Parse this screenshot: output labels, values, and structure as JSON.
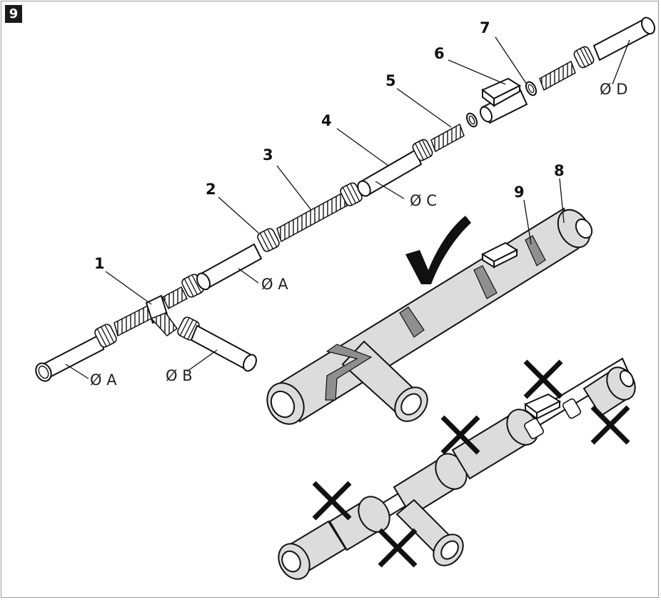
{
  "figure": {
    "step_number": "9",
    "part_labels": [
      "1",
      "2",
      "3",
      "4",
      "5",
      "6",
      "7",
      "8",
      "9"
    ],
    "diameter_labels": {
      "a_main": "Ø A",
      "a_left": "Ø A",
      "b": "Ø B",
      "c": "Ø C",
      "d": "Ø D"
    },
    "correct_mark": "check-mark",
    "wrong_mark": "x-mark"
  }
}
